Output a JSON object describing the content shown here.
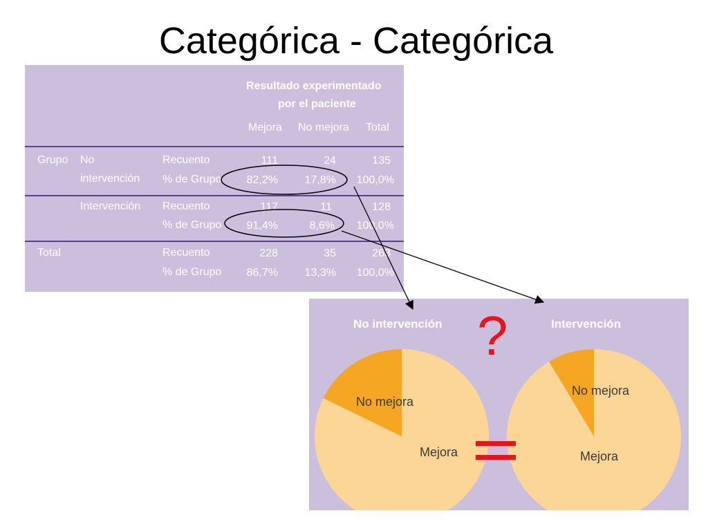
{
  "slide": {
    "title": "Categórica - Categórica"
  },
  "table": {
    "header_line1": "Resultado experimentado",
    "header_line2": "por el paciente",
    "columns": [
      "Mejora",
      "No mejora",
      "Total"
    ],
    "group_label": "Grupo",
    "rows": [
      {
        "group_line1": "No",
        "group_line2": "intervención",
        "count_label": "Recuento",
        "pct_label": "% de Grupo",
        "counts": [
          "111",
          "24",
          "135"
        ],
        "pcts": [
          "82,2%",
          "17,8%",
          "100,0%"
        ]
      },
      {
        "group_line1": "Intervención",
        "group_line2": "",
        "count_label": "Recuento",
        "pct_label": "% de Grupo",
        "counts": [
          "117",
          "11",
          "128"
        ],
        "pcts": [
          "91,4%",
          "8,6%",
          "100,0%"
        ]
      },
      {
        "group_line1": "Total",
        "group_line2": "",
        "count_label": "Recuento",
        "pct_label": "% de Grupo",
        "counts": [
          "228",
          "35",
          "263"
        ],
        "pcts": [
          "86,7%",
          "13,3%",
          "100,0%"
        ]
      }
    ]
  },
  "chart_data": [
    {
      "type": "pie",
      "title": "No intervención",
      "slices": [
        {
          "label": "Mejora",
          "value": 82.2
        },
        {
          "label": "No mejora",
          "value": 17.8
        }
      ]
    },
    {
      "type": "pie",
      "title": "Intervención",
      "slices": [
        {
          "label": "Mejora",
          "value": 91.4
        },
        {
          "label": "No mejora",
          "value": 8.6
        }
      ]
    }
  ],
  "colors": {
    "mejora": "#fcd696",
    "no_mejora": "#f5a623",
    "panel": "#cbbfdd",
    "accent_red": "#e8141a",
    "divider": "#5a3f92"
  },
  "annotations": {
    "question": "?"
  }
}
